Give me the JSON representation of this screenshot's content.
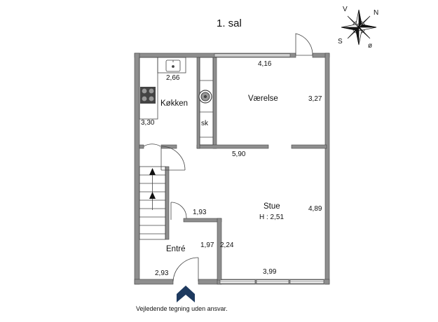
{
  "title": "1. sal",
  "rooms": {
    "kitchen": "Køkken",
    "bedroom": "Værelse",
    "living": "Stue",
    "living_height": "H : 2,51",
    "entry": "Entré",
    "closet": "sk"
  },
  "dimensions": {
    "kitchen_width": "2,66",
    "kitchen_depth": "3,30",
    "bedroom_width": "4,16",
    "bedroom_depth": "3,27",
    "bedroom_bottom": "5,90",
    "living_depth": "4,89",
    "living_width": "3,99",
    "hall_width": "1,93",
    "hall_depth": "1,97",
    "entry_depth": "2,24",
    "entry_width": "2,93"
  },
  "compass": {
    "v": "V",
    "n": "N",
    "s": "S",
    "o": "ø"
  },
  "disclaimer": "Vejledende tegning uden ansvar."
}
